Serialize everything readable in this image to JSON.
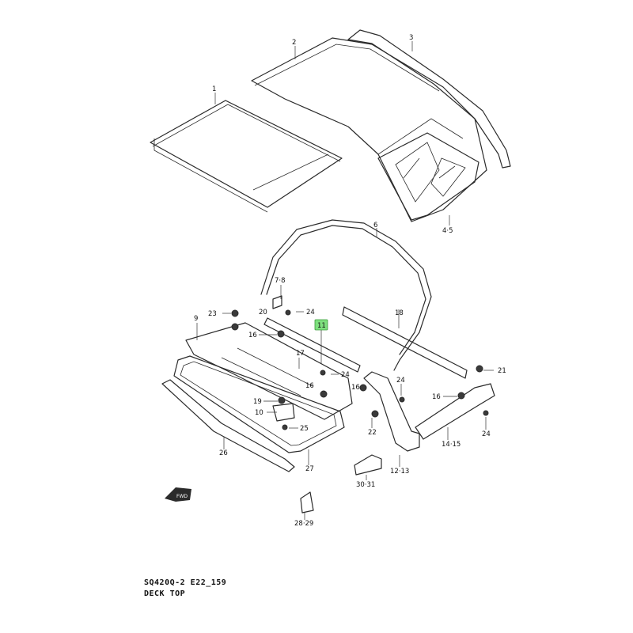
{
  "diagram": {
    "caption_code": "SQ420Q-2  E22_159",
    "caption_title": "DECK TOP",
    "callouts": {
      "c1": "1",
      "c2": "2",
      "c3": "3",
      "c45": "4·5",
      "c6": "6",
      "c78": "7·8",
      "c9": "9",
      "c10": "10",
      "c11": "11",
      "c1213": "12·13",
      "c1415": "14·15",
      "c16a": "16",
      "c16b": "16",
      "c16c": "16",
      "c16d": "16",
      "c17": "17",
      "c18": "18",
      "c19": "19",
      "c20": "20",
      "c21": "21",
      "c22": "22",
      "c23": "23",
      "c24a": "24",
      "c24b": "24",
      "c24c": "24",
      "c24d": "24",
      "c25": "25",
      "c26": "26",
      "c27": "27",
      "c2829": "28·29",
      "c3031": "30·31"
    },
    "highlight_color": "#7ee07e",
    "fwd_label": "FWD"
  }
}
